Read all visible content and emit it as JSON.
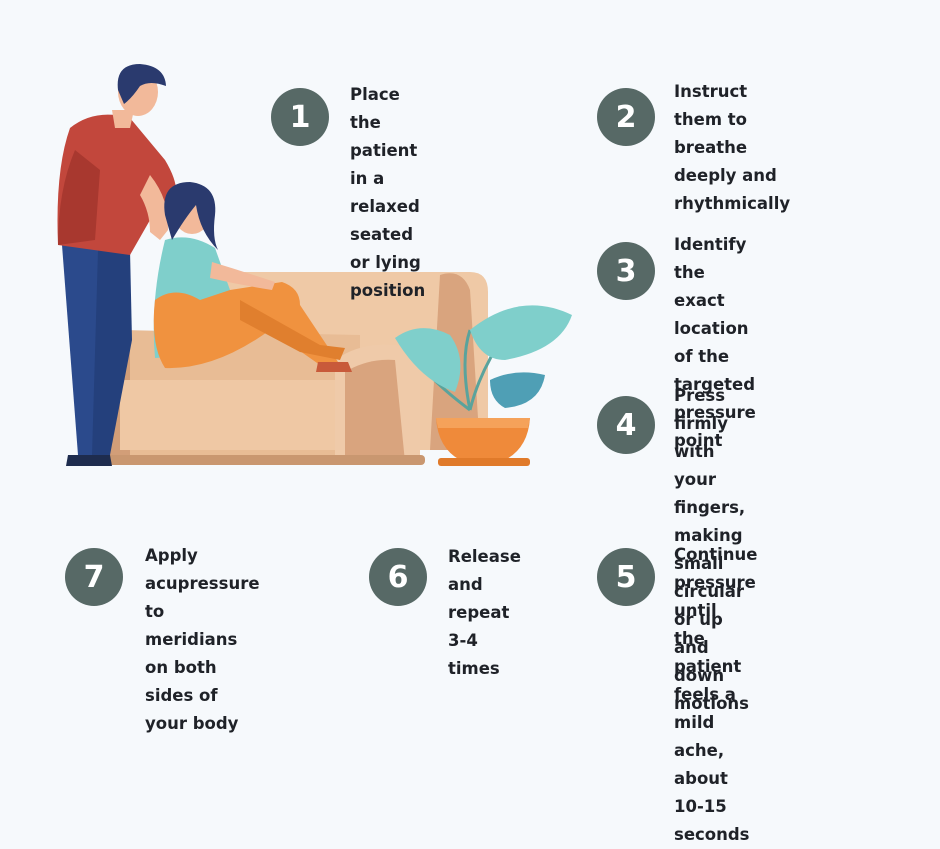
{
  "colors": {
    "badge": "#576966",
    "text": "#1f2228",
    "background": "#f6f9fc",
    "sofa": "#e8bc95",
    "pot": "#ef8a3a",
    "leaf": "#7fcfcb",
    "man_shirt": "#c2473c",
    "man_pants": "#2b4a8c",
    "woman_shirt": "#7fcfcb",
    "woman_pants": "#f0923f"
  },
  "illustration": {
    "icons": [
      "man-figure-icon",
      "woman-figure-icon",
      "sofa-icon",
      "potted-plant-icon"
    ]
  },
  "steps": [
    {
      "number": "1",
      "lines": [
        "Place the patient in a",
        "relaxed seated or lying",
        "position"
      ]
    },
    {
      "number": "2",
      "lines": [
        "Instruct them to",
        "breathe deeply and",
        "rhythmically"
      ]
    },
    {
      "number": "3",
      "lines": [
        "Identify the exact",
        "location of the targeted",
        "pressure point"
      ]
    },
    {
      "number": "4",
      "lines": [
        "Press firmly with your",
        "fingers, making small",
        "circular or up and down",
        "motions"
      ]
    },
    {
      "number": "5",
      "lines": [
        "Continue pressure until",
        "the patient feels a mild",
        "ache, about 10-15 seconds"
      ]
    },
    {
      "number": "6",
      "lines": [
        "Release and",
        "repeat 3-4",
        "times"
      ]
    },
    {
      "number": "7",
      "lines": [
        "Apply acupressure",
        "to meridians on both",
        "sides of your body"
      ]
    }
  ]
}
